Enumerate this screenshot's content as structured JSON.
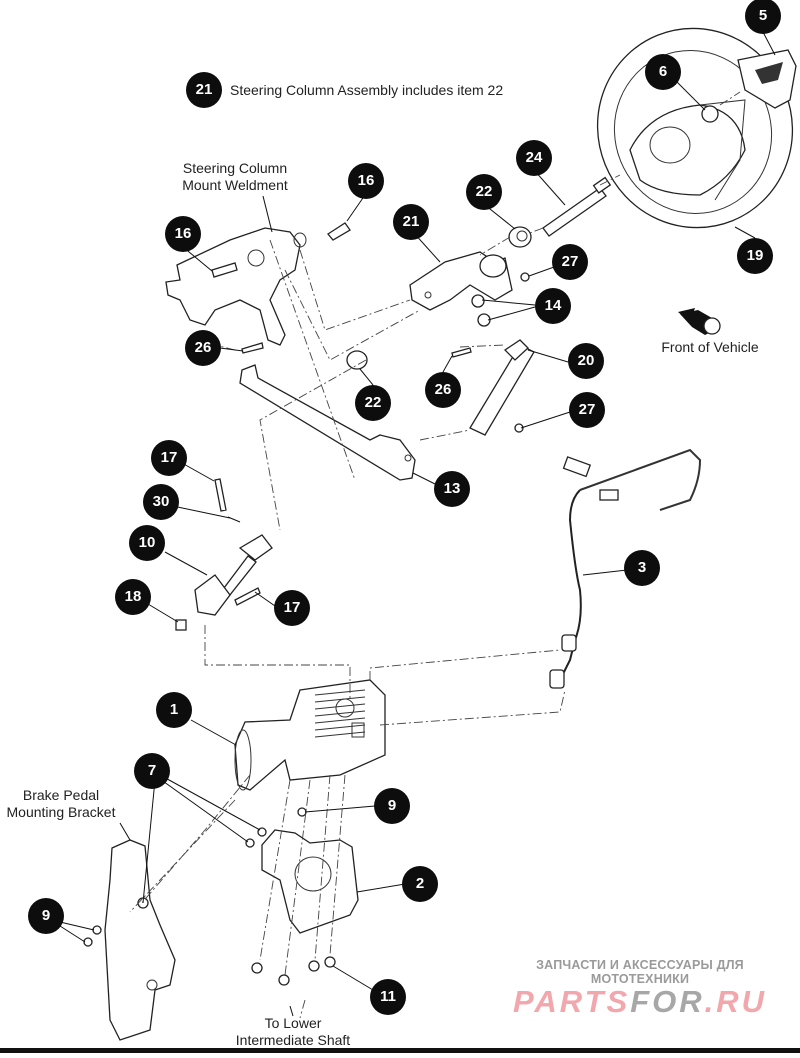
{
  "diagram": {
    "title_note": {
      "callout": "21",
      "text": "Steering Column Assembly includes item 22"
    },
    "labels": {
      "mount_weldment": [
        "Steering Column",
        "Mount Weldment"
      ],
      "front_of_vehicle": "Front of Vehicle",
      "brake_bracket": [
        "Brake Pedal",
        "Mounting Bracket"
      ],
      "lower_shaft": [
        "To Lower",
        "Intermediate Shaft"
      ]
    },
    "callouts": [
      {
        "id": "c5",
        "num": "5",
        "part": "steering-wheel-cap"
      },
      {
        "id": "c6",
        "num": "6",
        "part": "steering-wheel-nut"
      },
      {
        "id": "c19",
        "num": "19",
        "part": "steering-wheel"
      },
      {
        "id": "c24",
        "num": "24",
        "part": "steering-shaft"
      },
      {
        "id": "c22a",
        "num": "22",
        "part": "bushing-upper"
      },
      {
        "id": "c21",
        "num": "21",
        "part": "steering-column-assembly"
      },
      {
        "id": "c16a",
        "num": "16",
        "part": "pivot-bolt-right"
      },
      {
        "id": "c16b",
        "num": "16",
        "part": "pivot-bolt-left"
      },
      {
        "id": "c27a",
        "num": "27",
        "part": "nut-upper"
      },
      {
        "id": "c14",
        "num": "14",
        "part": "nuts"
      },
      {
        "id": "c26a",
        "num": "26",
        "part": "bolt-weldment"
      },
      {
        "id": "c20",
        "num": "20",
        "part": "gas-spring"
      },
      {
        "id": "c26b",
        "num": "26",
        "part": "bolt-gas-spring"
      },
      {
        "id": "c22b",
        "num": "22",
        "part": "bushing-lower"
      },
      {
        "id": "c27b",
        "num": "27",
        "part": "nut-lower"
      },
      {
        "id": "c13",
        "num": "13",
        "part": "support-bracket"
      },
      {
        "id": "c17a",
        "num": "17",
        "part": "bolt-upper-joint"
      },
      {
        "id": "c30",
        "num": "30",
        "part": "pin"
      },
      {
        "id": "c10",
        "num": "10",
        "part": "intermediate-shaft"
      },
      {
        "id": "c18",
        "num": "18",
        "part": "nut"
      },
      {
        "id": "c17b",
        "num": "17",
        "part": "bolt-lower-joint"
      },
      {
        "id": "c3",
        "num": "3",
        "part": "wire-harness"
      },
      {
        "id": "c1",
        "num": "1",
        "part": "power-steering-unit"
      },
      {
        "id": "c7",
        "num": "7",
        "part": "nuts-bracket"
      },
      {
        "id": "c9a",
        "num": "9",
        "part": "bolt-plate"
      },
      {
        "id": "c2",
        "num": "2",
        "part": "mounting-plate"
      },
      {
        "id": "c9b",
        "num": "9",
        "part": "bolts-bracket"
      },
      {
        "id": "c11",
        "num": "11",
        "part": "bolts-lower"
      }
    ],
    "watermark": {
      "tagline": "ЗАПЧАСТИ И АКСЕССУАРЫ ДЛЯ МОТОТЕХНИКИ",
      "brand_part1": "PARTS",
      "brand_part2": "FOR",
      "brand_part3": ".RU"
    }
  }
}
